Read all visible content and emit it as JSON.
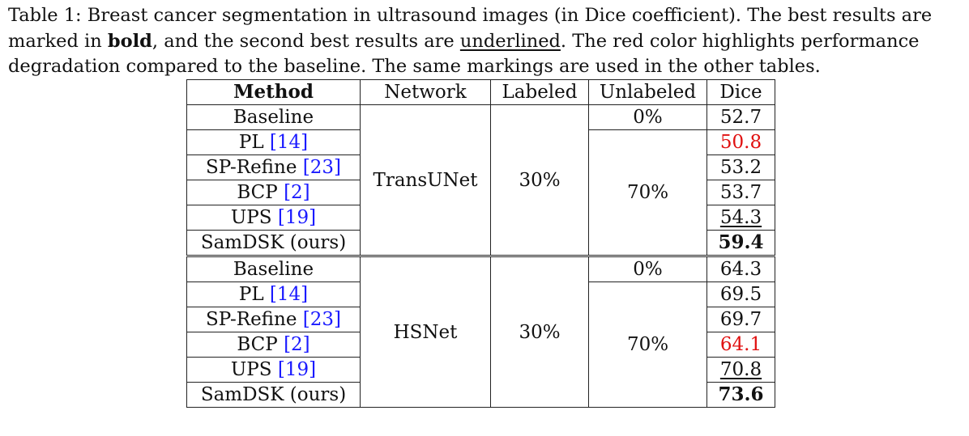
{
  "caption": {
    "part1": "Table 1: Breast cancer segmentation in ultrasound images (in Dice coefficient). The best results are marked in ",
    "bold_word": "bold",
    "part2": ", and the second best results are ",
    "underline_word": "underlined",
    "part3": ". The red color highlights performance degradation compared to the baseline. The same markings are used in the other tables."
  },
  "headers": {
    "method": "Method",
    "network": "Network",
    "labeled": "Labeled",
    "unlabeled": "Unlabeled",
    "dice": "Dice"
  },
  "groups": [
    {
      "network": "TransUNet",
      "labeled": "30%",
      "baseline_unlabeled": "0%",
      "unlabeled": "70%",
      "rows": [
        {
          "method": "Baseline",
          "ref": "",
          "dice": "52.7",
          "style": ""
        },
        {
          "method": "PL ",
          "ref": "[14]",
          "dice": "50.8",
          "style": "red"
        },
        {
          "method": "SP-Refine ",
          "ref": "[23]",
          "dice": "53.2",
          "style": ""
        },
        {
          "method": "BCP ",
          "ref": "[2]",
          "dice": "53.7",
          "style": ""
        },
        {
          "method": "UPS ",
          "ref": "[19]",
          "dice": "54.3",
          "style": "second"
        },
        {
          "method": "SamDSK (ours)",
          "ref": "",
          "dice": "59.4",
          "style": "best"
        }
      ]
    },
    {
      "network": "HSNet",
      "labeled": "30%",
      "baseline_unlabeled": "0%",
      "unlabeled": "70%",
      "rows": [
        {
          "method": "Baseline",
          "ref": "",
          "dice": "64.3",
          "style": ""
        },
        {
          "method": "PL ",
          "ref": "[14]",
          "dice": "69.5",
          "style": ""
        },
        {
          "method": "SP-Refine ",
          "ref": "[23]",
          "dice": "69.7",
          "style": ""
        },
        {
          "method": "BCP ",
          "ref": "[2]",
          "dice": "64.1",
          "style": "red"
        },
        {
          "method": "UPS ",
          "ref": "[19]",
          "dice": "70.8",
          "style": "second"
        },
        {
          "method": "SamDSK (ours)",
          "ref": "",
          "dice": "73.6",
          "style": "best"
        }
      ]
    }
  ],
  "colors": {
    "reference": "#1a1aff",
    "degradation": "#e01010"
  }
}
